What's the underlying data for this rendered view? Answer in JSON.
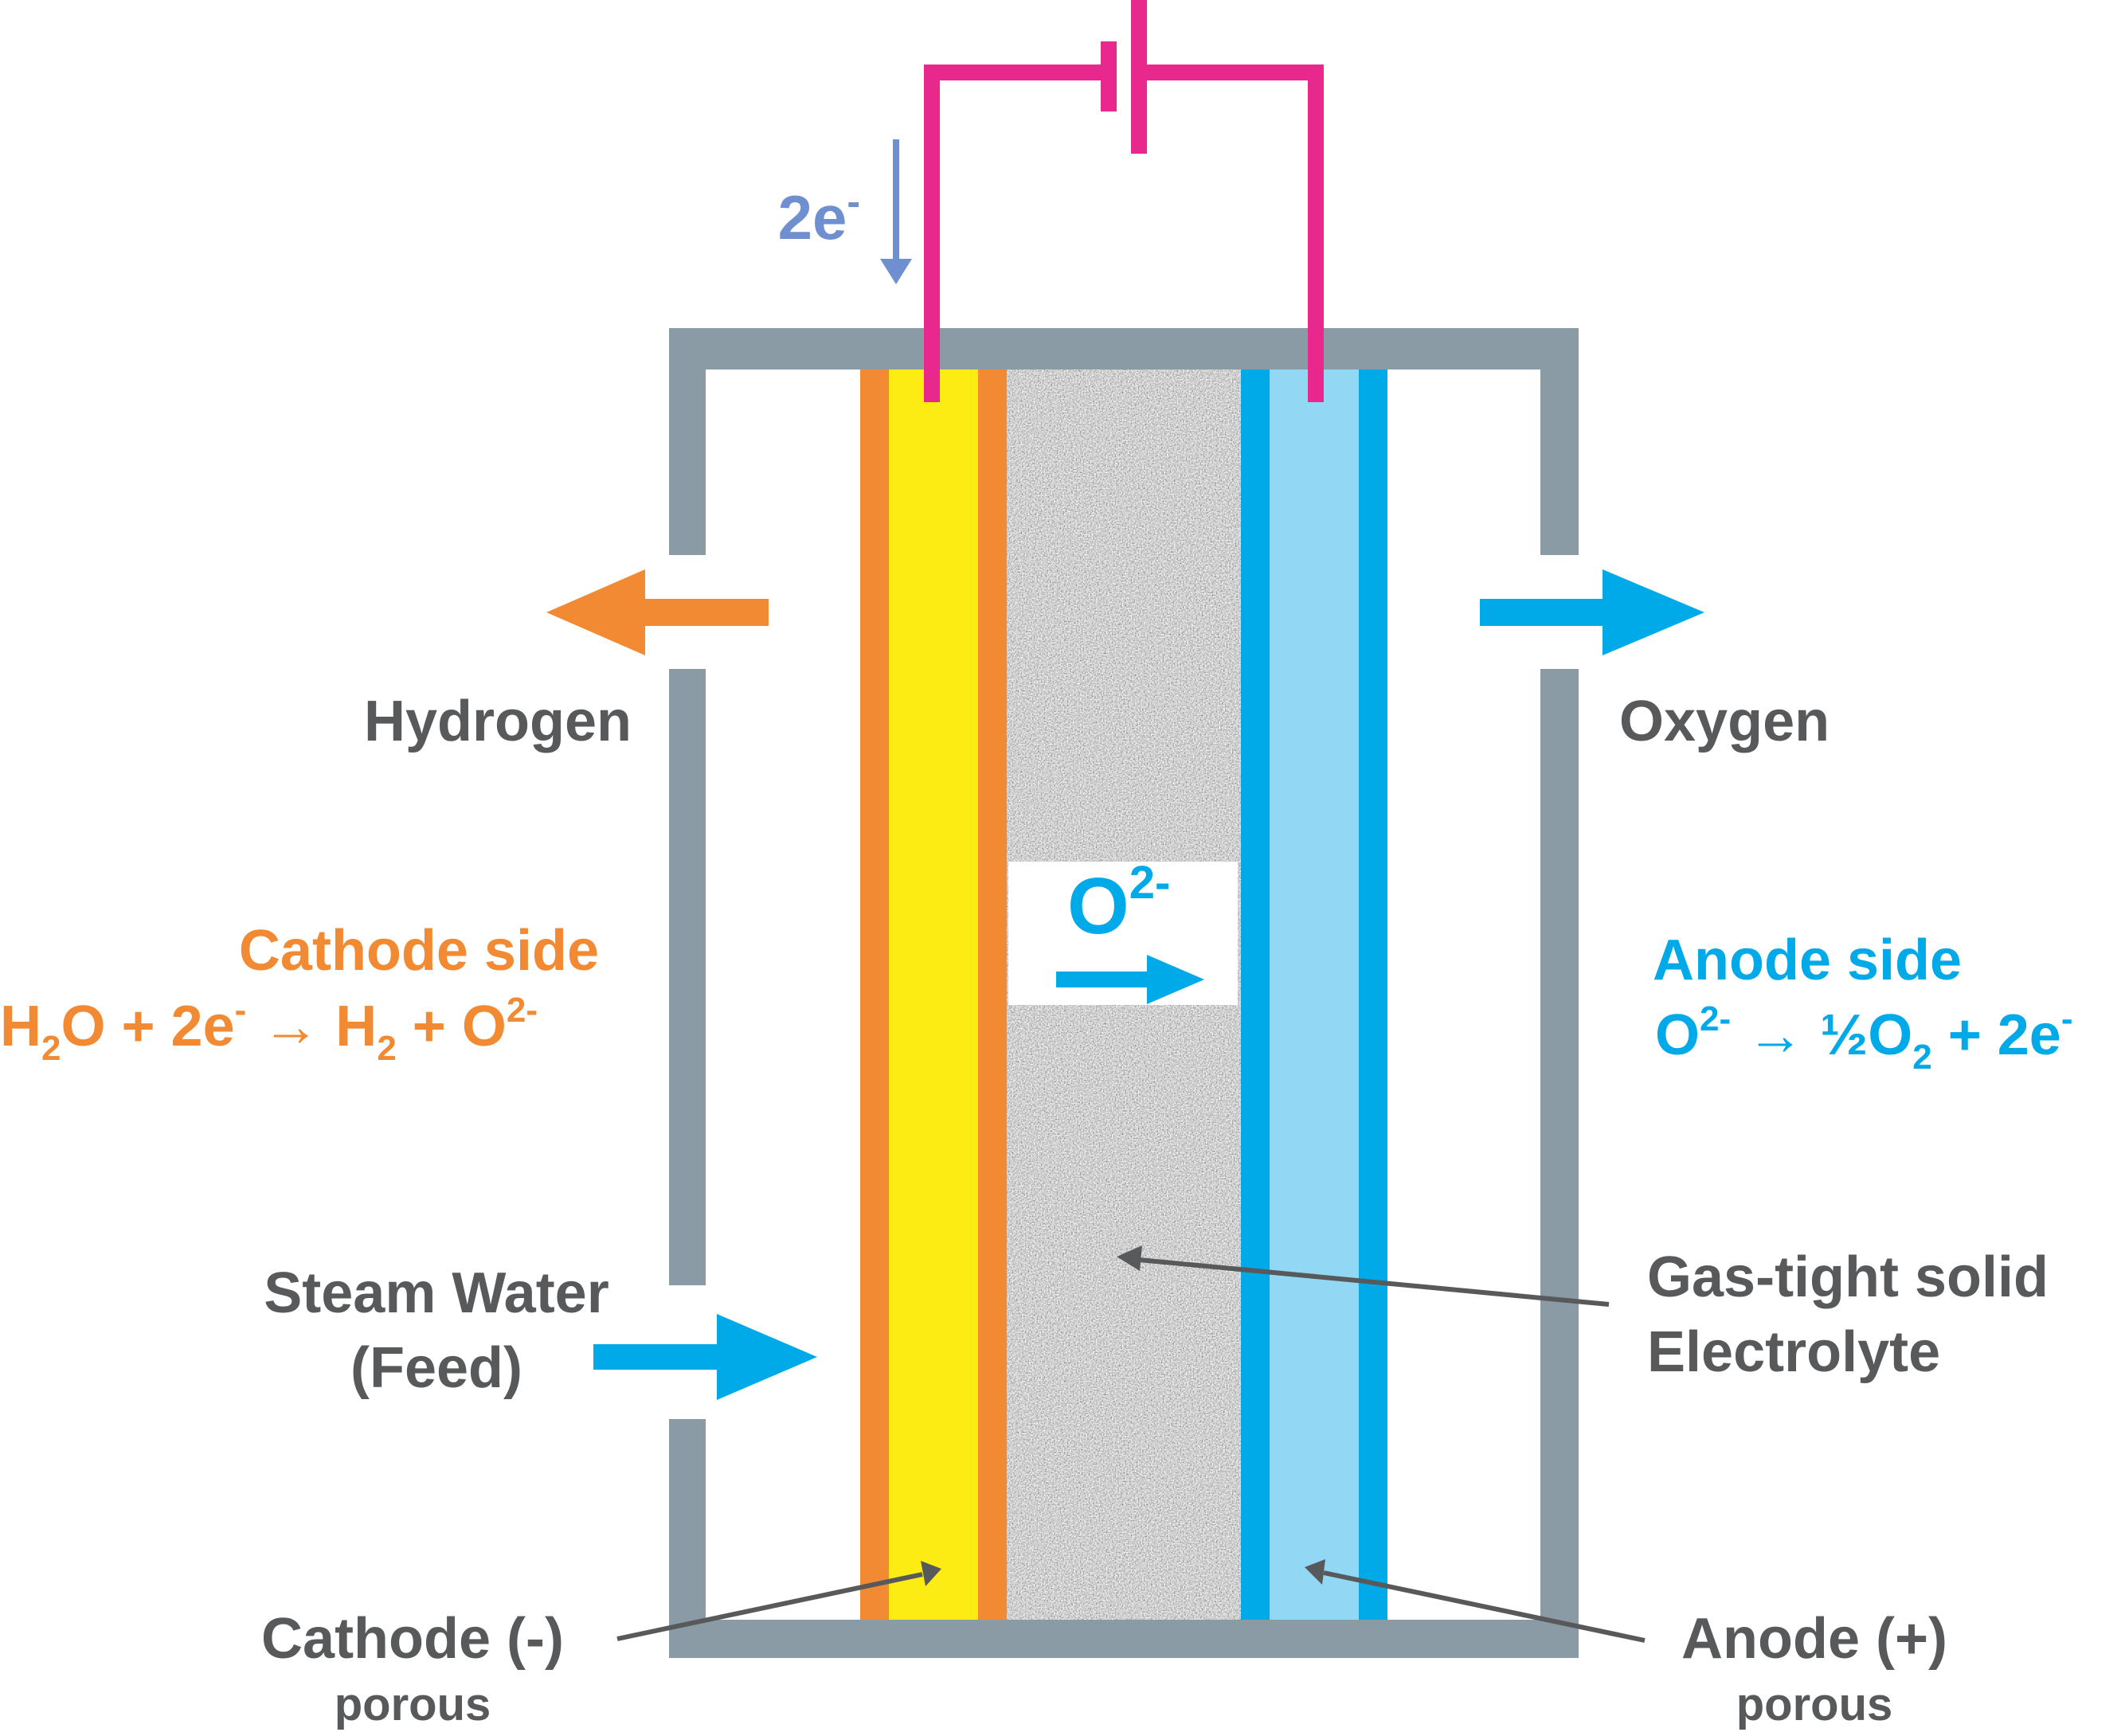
{
  "colors": {
    "frame": "#8a9ba6",
    "wire": "#e8288c",
    "electron": "#6f8fd0",
    "cathode_orange": "#f18a32",
    "cathode_yellow": "#fdeb14",
    "anode_dark": "#00a9e8",
    "anode_light": "#92d7f3",
    "text_gray": "#58595b",
    "text_orange": "#f18a32",
    "text_blue": "#00a9e8"
  },
  "labels": {
    "electron": {
      "base": "2e",
      "sup": "-"
    },
    "hydrogen": "Hydrogen",
    "oxygen": "Oxygen",
    "ion": {
      "base": "O",
      "sup": "2-"
    },
    "cathode_side": {
      "title": "Cathode side",
      "equation": {
        "t1": "H",
        "s1": "2",
        "t2": "O + 2e",
        "p1": "-",
        "t3": " → H",
        "s2": "2",
        "t4": " + O",
        "p2": "2-"
      }
    },
    "anode_side": {
      "title": "Anode side",
      "equation": {
        "t1": "O",
        "p1": "2-",
        "t2": " → ½O",
        "s1": "2",
        "t3": " + 2e",
        "p2": "-"
      }
    },
    "steam": {
      "line1": "Steam Water",
      "line2": "(Feed)"
    },
    "electrolyte": {
      "line1": "Gas-tight solid",
      "line2": "Electrolyte"
    },
    "cathode": {
      "name": "Cathode (-)",
      "sub": "porous"
    },
    "anode": {
      "name": "Anode (+)",
      "sub": "porous"
    }
  }
}
